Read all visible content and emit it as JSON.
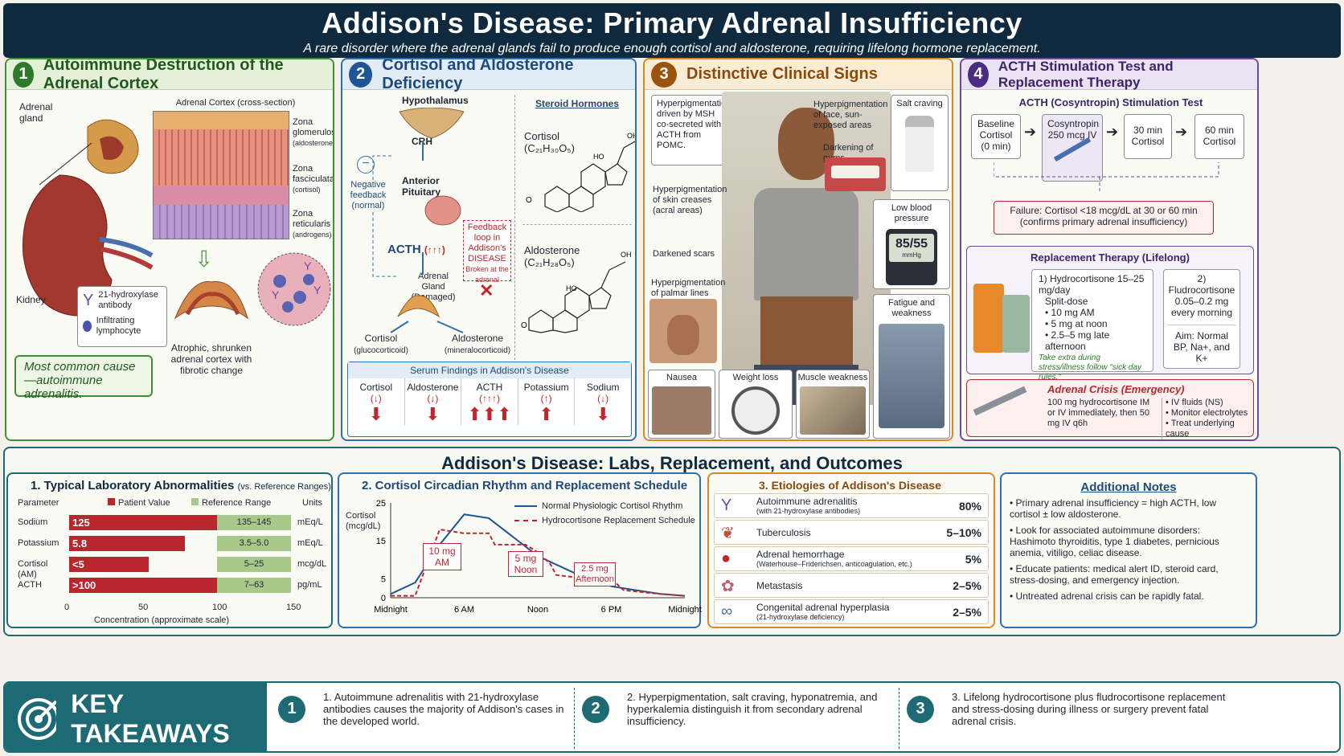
{
  "header": {
    "title": "Addison's Disease: Primary Adrenal Insufficiency",
    "subtitle": "A rare disorder where the adrenal glands fail to produce enough cortisol and aldosterone, requiring lifelong hormone replacement."
  },
  "colors": {
    "panel1": "#3f8f3a",
    "panel2": "#2f6fae",
    "panel3": "#d58a26",
    "panel4": "#6a4a9e",
    "patient": "#b9262d",
    "reference": "#a8c98a",
    "navy": "#0f2a3f"
  },
  "p1": {
    "num": "1",
    "title": "Autoimmune Destruction of the Adrenal Cortex",
    "adrenal_gland": "Adrenal gland",
    "kidney": "Kidney",
    "cortex_title": "Adrenal Cortex (cross-section)",
    "zones": [
      {
        "name": "Zona glomerulosa",
        "sub": "(aldosterone)"
      },
      {
        "name": "Zona fasciculata",
        "sub": "(cortisol)"
      },
      {
        "name": "Zona reticularis",
        "sub": "(androgens)"
      }
    ],
    "legend": [
      {
        "label": "21-hydroxylase antibody"
      },
      {
        "label": "Infiltrating lymphocyte"
      }
    ],
    "atrophic": "Atrophic, shrunken adrenal cortex with fibrotic change",
    "cause": "Most common cause—autoimmune adrenalitis."
  },
  "p2": {
    "num": "2",
    "title": "Cortisol and Aldosterone Deficiency",
    "hypothalamus": "Hypothalamus",
    "crh": "CRH",
    "pituitary": "Anterior Pituitary",
    "acth": "ACTH",
    "acth_arrows": "(↑↑↑)",
    "neg_fb": "Negative feedback (normal)",
    "feedback_loop": "Feedback loop in Addison's DISEASE",
    "broken": "Broken at the adrenal",
    "gland": "Adrenal Gland (Damaged)",
    "cortisol": "Cortisol",
    "cortisol_sub": "(glucocorticoid)",
    "aldosterone": "Aldosterone",
    "aldosterone_sub": "(mineralocorticoid)",
    "steroid_title": "Steroid Hormones",
    "cortisol_formula": "Cortisol (C₂₁H₃₀O₅)",
    "aldo_formula": "Aldosterone (C₂₁H₂₈O₅)",
    "serum_title": "Serum Findings in Addison's Disease",
    "serum": [
      {
        "name": "Cortisol",
        "dir": "(↓)",
        "arrows": "⬇"
      },
      {
        "name": "Aldosterone",
        "dir": "(↓)",
        "arrows": "⬇"
      },
      {
        "name": "ACTH",
        "dir": "(↑↑↑)",
        "arrows": "⬆⬆⬆"
      },
      {
        "name": "Potassium",
        "dir": "(↑)",
        "arrows": "⬆"
      },
      {
        "name": "Sodium",
        "dir": "(↓)",
        "arrows": "⬇"
      }
    ]
  },
  "p3": {
    "num": "3",
    "title": "Distinctive Clinical Signs",
    "msh": "Hyperpigmentation driven by MSH co-secreted with ACTH from POMC.",
    "face": "Hyperpigmentation of face, sun-exposed areas",
    "gums": "Darkening of gums",
    "salt": "Salt craving",
    "creases": "Hyperpigmentation of skin creases (acral areas)",
    "scars": "Darkened scars",
    "palmar": "Hyperpigmentation of palmar lines",
    "bp": "Low blood pressure",
    "bp_value": "85/55",
    "bp_unit": "mmHg",
    "fatigue": "Fatigue and weakness",
    "nausea": "Nausea",
    "weight": "Weight loss",
    "muscle": "Muscle weakness"
  },
  "p4": {
    "num": "4",
    "title": "ACTH Stimulation Test and Replacement Therapy",
    "test_title": "ACTH (Cosyntropin) Stimulation Test",
    "steps": [
      "Baseline Cortisol (0 min)",
      "Cosyntropin 250 mcg IV",
      "30 min Cortisol",
      "60 min Cortisol"
    ],
    "failure": "Failure: Cortisol <18 mcg/dL at 30 or 60 min (confirms primary adrenal insufficiency)",
    "therapy_title": "Replacement Therapy (Lifelong)",
    "hydro_title": "1) Hydrocortisone 15–25 mg/day",
    "hydro_split": "Split-dose",
    "hydro_items": [
      "10 mg AM",
      "5 mg at noon",
      "2.5–5 mg late afternoon"
    ],
    "hydro_note": "Take extra during stress/illness follow \"sick day rules.\"",
    "fludro_title": "2) Fludrocortisone 0.05–0.2 mg every morning",
    "fludro_aim": "Aim: Normal BP, Na+, and K+",
    "crisis_title": "Adrenal Crisis (Emergency)",
    "crisis_text": "100 mg hydrocortisone IM or IV immediately, then 50 mg IV q6h",
    "crisis_items": [
      "IV fluids (NS)",
      "Monitor electrolytes",
      "Treat underlying cause"
    ]
  },
  "section2_title": "Addison's Disease: Labs, Replacement, and Outcomes",
  "labs": {
    "title": "1. Typical Laboratory Abnormalities",
    "title_sub": "(vs. Reference Ranges)",
    "col_param": "Parameter",
    "col_patient": "Patient Value",
    "col_ref": "Reference Range",
    "col_units": "Units",
    "xlabel": "Concentration (approximate scale)",
    "ticks": [
      "0",
      "50",
      "100",
      "150"
    ]
  },
  "chart_data": [
    {
      "type": "bar",
      "title": "1. Typical Laboratory Abnormalities",
      "categories": [
        "Sodium",
        "Potassium",
        "Cortisol (AM)",
        "ACTH"
      ],
      "patient_labels": [
        "125",
        "5.8",
        "<5",
        ">100"
      ],
      "reference_labels": [
        "135–145",
        "3.5–5.0",
        "5–25",
        "7–63"
      ],
      "units": [
        "mEq/L",
        "mEq/L",
        "mcg/dL",
        "pg/mL"
      ],
      "patient_scale": [
        100,
        78,
        54,
        100
      ],
      "xlim": [
        0,
        150
      ],
      "xlabel": "Concentration (approximate scale)"
    },
    {
      "type": "line",
      "title": "2. Cortisol Circadian Rhythm and Replacement Schedule",
      "ylabel": "Cortisol (mcg/dL)",
      "x": [
        "Midnight",
        "6 AM",
        "Noon",
        "6 PM",
        "Midnight"
      ],
      "yticks": [
        0,
        5,
        15,
        25
      ],
      "ylim": [
        0,
        25
      ],
      "series": [
        {
          "name": "Normal Physiologic Cortisol Rhythm",
          "x": [
            0,
            2,
            4,
            6,
            8,
            10,
            12,
            14,
            16,
            18,
            20,
            22,
            24
          ],
          "y": [
            1,
            4,
            14,
            22,
            21,
            16,
            11,
            8,
            5,
            3,
            2,
            1,
            0.5
          ]
        },
        {
          "name": "Hydrocortisone Replacement Schedule",
          "x": [
            0,
            1.5,
            2,
            4,
            6,
            8,
            8.5,
            11,
            12,
            13,
            13.5,
            16,
            17,
            18,
            19,
            22,
            24
          ],
          "y": [
            0.5,
            0.5,
            0.5,
            18,
            17,
            17,
            14,
            14,
            12,
            9,
            6,
            5,
            4,
            5,
            2,
            1,
            0.5
          ]
        }
      ],
      "annotations": [
        "10 mg AM",
        "5 mg Noon",
        "2.5 mg Afternoon"
      ]
    },
    {
      "type": "table",
      "title": "3. Etiologies of Addison's Disease",
      "rows": [
        {
          "name": "Autoimmune adrenalitis",
          "sub": "(with 21-hydroxylase antibodies)",
          "pct": "80%"
        },
        {
          "name": "Tuberculosis",
          "sub": "",
          "pct": "5–10%"
        },
        {
          "name": "Adrenal hemorrhage",
          "sub": "(Waterhouse–Friderichsen, anticoagulation, etc.)",
          "pct": "5%"
        },
        {
          "name": "Metastasis",
          "sub": "",
          "pct": "2–5%"
        },
        {
          "name": "Congenital adrenal hyperplasia",
          "sub": "(21-hydroxylase deficiency)",
          "pct": "2–5%"
        }
      ]
    }
  ],
  "rhythm": {
    "title": "2. Cortisol Circadian Rhythm and Replacement Schedule",
    "ylabel": "Cortisol (mcg/dL)",
    "legend1": "Normal Physiologic Cortisol Rhythm",
    "legend2": "Hydrocortisone Replacement Schedule",
    "ann1": "10 mg AM",
    "ann2": "5 mg Noon",
    "ann3": "2.5 mg Afternoon"
  },
  "etiology": {
    "title": "3. Etiologies of Addison's Disease"
  },
  "notes": {
    "title": "Additional Notes",
    "items": [
      "Primary adrenal insufficiency = high ACTH, low cortisol ± low aldosterone.",
      "Look for associated autoimmune disorders: Hashimoto thyroiditis, type 1 diabetes, pernicious anemia, vitiligo, celiac disease.",
      "Educate patients: medical alert ID, steroid card, stress-dosing, and emergency injection.",
      "Untreated adrenal crisis can be rapidly fatal."
    ]
  },
  "takeaways": {
    "title": "KEY TAKEAWAYS",
    "items": [
      {
        "n": "1",
        "text": "1. Autoimmune adrenalitis with 21-hydroxylase antibodies causes the majority of Addison's cases in the developed world."
      },
      {
        "n": "2",
        "text": "2. Hyperpigmentation, salt craving, hyponatremia, and hyperkalemia distinguish it from secondary adrenal insufficiency."
      },
      {
        "n": "3",
        "text": "3. Lifelong hydrocortisone plus fludrocortisone replacement and stress-dosing during illness or surgery prevent fatal adrenal crisis."
      }
    ]
  }
}
